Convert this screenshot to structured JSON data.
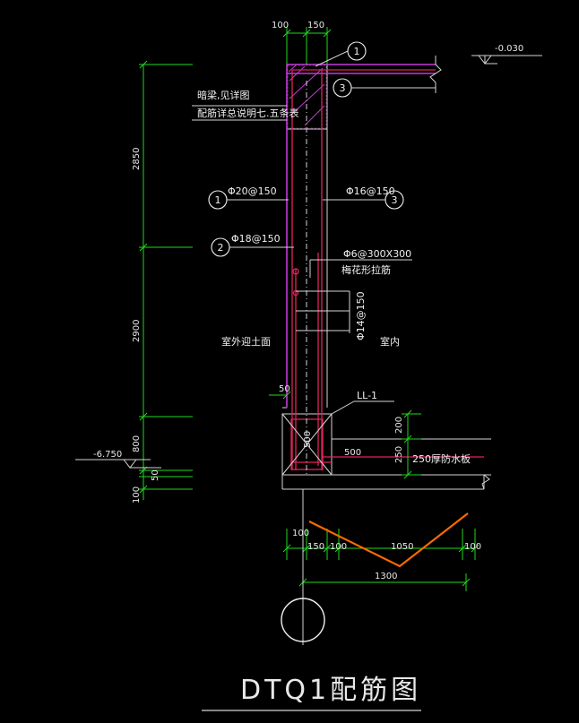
{
  "title": "DTQ1配筋图",
  "level_top": "-0.030",
  "level_bottom": "-6.750",
  "beam_note_line1": "暗梁,见详图",
  "beam_note_line2": "配筋详总说明七.五条表",
  "rebar_1": "Φ20@150",
  "rebar_2": "Φ18@150",
  "rebar_3": "Φ16@150",
  "tie_bars": "Φ6@300X300",
  "tie_note": "梅花形拉筋",
  "horizontal_bars": "Φ14@150",
  "outside_label": "室外迎土面",
  "inside_label": "室内",
  "beam_label": "LL-1",
  "beam_section_dim": "500",
  "slab_label": "250厚防水板",
  "circle_1": "1",
  "circle_2": "2",
  "circle_3": "3",
  "dims": {
    "top_100": "100",
    "top_150": "150",
    "vert_2850": "2850",
    "vert_2900": "2900",
    "vert_800": "800",
    "vert_50": "50",
    "vert_100": "100",
    "wall_50": "50",
    "slab_200": "200",
    "slab_250": "250",
    "lap_500": "500",
    "bot_100a": "100",
    "bot_150": "150",
    "bot_100b": "100",
    "bot_1050": "1050",
    "bot_100c": "100",
    "bot_1300": "1300"
  },
  "colors": {
    "dimension": "#1fd81f",
    "rebar": "#e0245a",
    "outline": "#d5d5d5",
    "magenta": "#c43bd6",
    "pile": "#ff6a00",
    "text": "#f0f0f0"
  }
}
